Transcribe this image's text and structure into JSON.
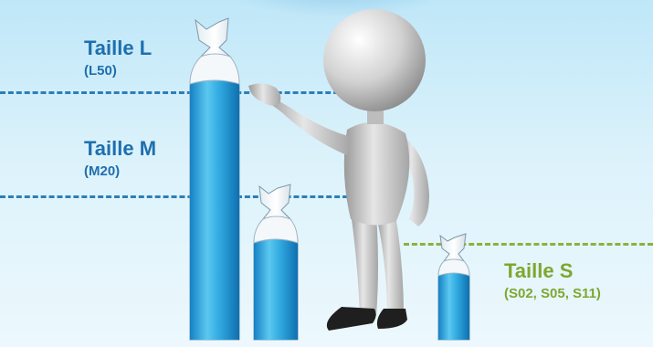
{
  "sizes": {
    "large": {
      "name": "Taille L",
      "codes": "(L50)"
    },
    "medium": {
      "name": "Taille M",
      "codes": "(M20)"
    },
    "small": {
      "name": "Taille S",
      "codes": "(S02, S05, S11)"
    }
  },
  "colors": {
    "guide_blue": "#2c7fb8",
    "guide_green": "#8bb23a",
    "text_blue": "#1e6fae",
    "text_green": "#7ea72f",
    "cylinder": "#29a9df",
    "figure": "#d3d3d3"
  },
  "icons": {
    "cylinder": "gas-cylinder-icon",
    "person": "person-figure-icon"
  }
}
